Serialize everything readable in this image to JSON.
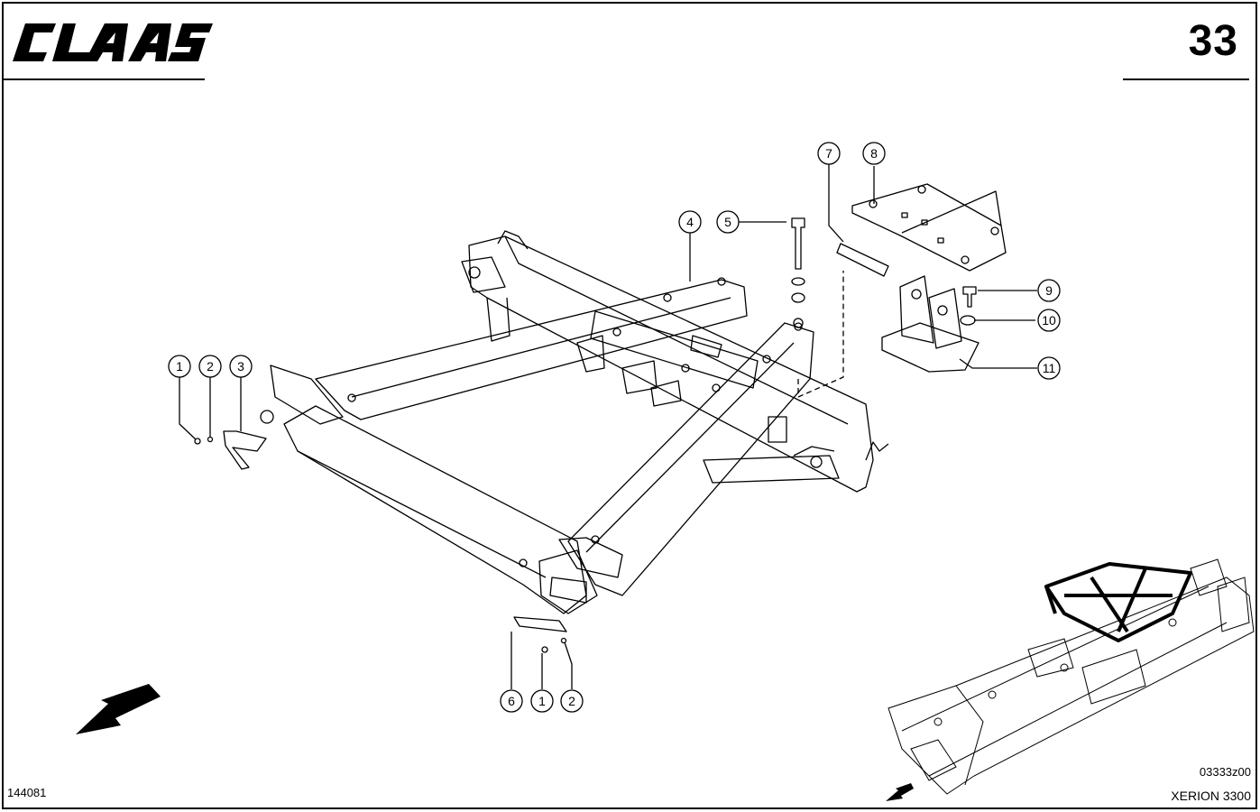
{
  "header": {
    "brand": "CLAAS",
    "page_number": "33"
  },
  "footer": {
    "document_number": "144081",
    "drawing_reference": "03333z00",
    "model": "XERION 3300"
  },
  "callouts": [
    {
      "id": "c1a",
      "label": "1"
    },
    {
      "id": "c2a",
      "label": "2"
    },
    {
      "id": "c3",
      "label": "3"
    },
    {
      "id": "c4",
      "label": "4"
    },
    {
      "id": "c5",
      "label": "5"
    },
    {
      "id": "c7",
      "label": "7"
    },
    {
      "id": "c8",
      "label": "8"
    },
    {
      "id": "c9",
      "label": "9"
    },
    {
      "id": "c10",
      "label": "10"
    },
    {
      "id": "c11",
      "label": "11"
    },
    {
      "id": "c6",
      "label": "6"
    },
    {
      "id": "c1b",
      "label": "1"
    },
    {
      "id": "c2b",
      "label": "2"
    }
  ]
}
